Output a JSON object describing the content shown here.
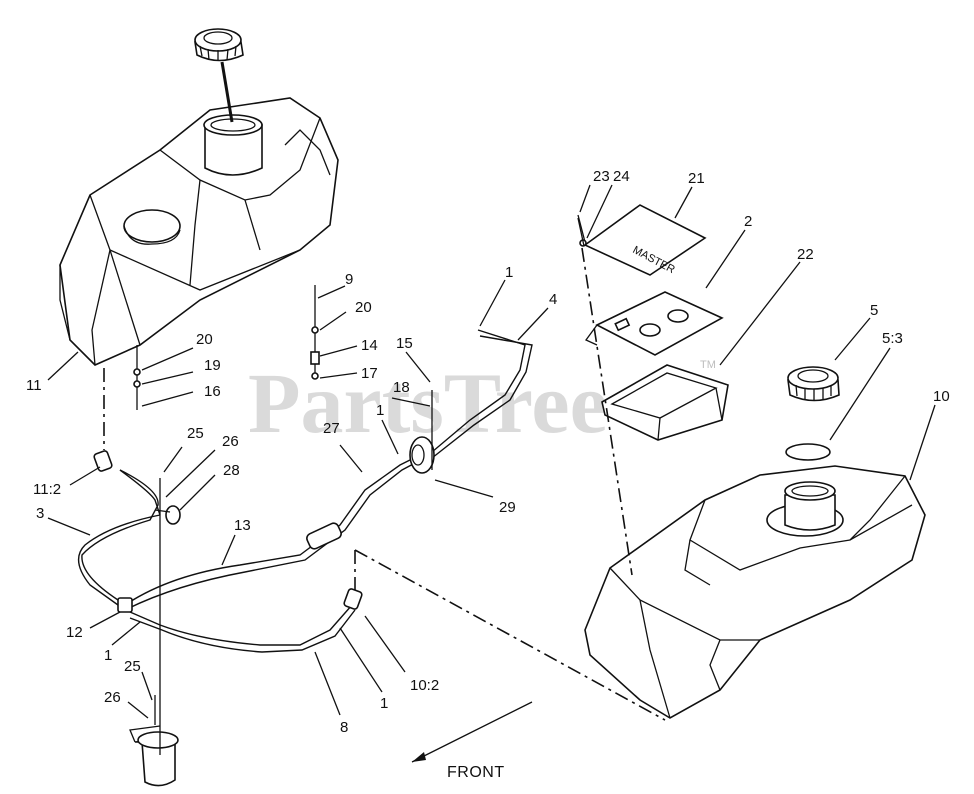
{
  "diagram": {
    "watermark": "PartsTree",
    "watermark_tm": "TM",
    "direction_label": "FRONT",
    "decal_text": "MASTER",
    "callouts": [
      {
        "id": "c-23",
        "text": "23"
      },
      {
        "id": "c-24",
        "text": "24"
      },
      {
        "id": "c-21",
        "text": "21"
      },
      {
        "id": "c-2",
        "text": "2"
      },
      {
        "id": "c-22",
        "text": "22"
      },
      {
        "id": "c-1a",
        "text": "1"
      },
      {
        "id": "c-4",
        "text": "4"
      },
      {
        "id": "c-5",
        "text": "5"
      },
      {
        "id": "c-5-3",
        "text": "5:3"
      },
      {
        "id": "c-10",
        "text": "10"
      },
      {
        "id": "c-9",
        "text": "9"
      },
      {
        "id": "c-20a",
        "text": "20"
      },
      {
        "id": "c-14",
        "text": "14"
      },
      {
        "id": "c-17",
        "text": "17"
      },
      {
        "id": "c-15",
        "text": "15"
      },
      {
        "id": "c-18",
        "text": "18"
      },
      {
        "id": "c-1b",
        "text": "1"
      },
      {
        "id": "c-27",
        "text": "27"
      },
      {
        "id": "c-29",
        "text": "29"
      },
      {
        "id": "c-11",
        "text": "11"
      },
      {
        "id": "c-20b",
        "text": "20"
      },
      {
        "id": "c-19",
        "text": "19"
      },
      {
        "id": "c-16",
        "text": "16"
      },
      {
        "id": "c-25a",
        "text": "25"
      },
      {
        "id": "c-26a",
        "text": "26"
      },
      {
        "id": "c-28",
        "text": "28"
      },
      {
        "id": "c-11-2",
        "text": "11:2"
      },
      {
        "id": "c-3",
        "text": "3"
      },
      {
        "id": "c-13",
        "text": "13"
      },
      {
        "id": "c-12",
        "text": "12"
      },
      {
        "id": "c-1c",
        "text": "1"
      },
      {
        "id": "c-25b",
        "text": "25"
      },
      {
        "id": "c-26b",
        "text": "26"
      },
      {
        "id": "c-8",
        "text": "8"
      },
      {
        "id": "c-1d",
        "text": "1"
      },
      {
        "id": "c-10-2",
        "text": "10:2"
      }
    ]
  }
}
